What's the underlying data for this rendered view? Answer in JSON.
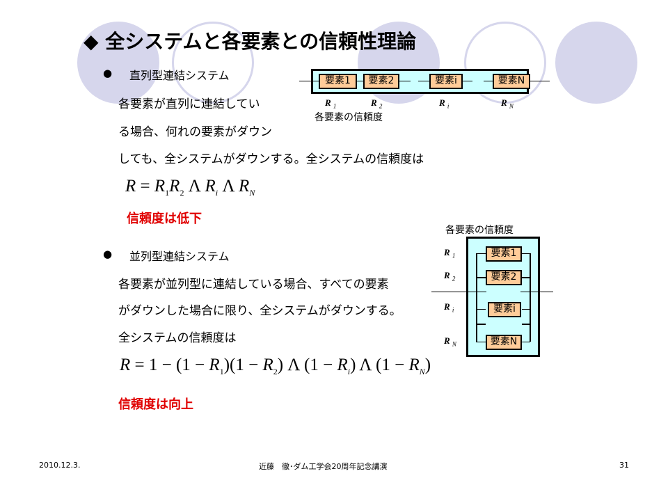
{
  "title": "◆ 全システムと各要素との信頼性理論",
  "series": {
    "bullet": "●",
    "heading": "直列型連結システム",
    "lines": [
      "各要素が直列に連結してい",
      "る場合、何れの要素がダウン",
      "しても、全システムがダウンする。全システムの信頼度は"
    ],
    "formula": "R = R1R2 Λ Ri Λ RN",
    "conclusion": "信頼度は低下",
    "diagram": {
      "elements": [
        "要素1",
        "要素2",
        "要素i",
        "要素N"
      ],
      "labels": [
        "R",
        "R",
        "R",
        "R"
      ],
      "subs": [
        "1",
        "2",
        "i",
        "N"
      ],
      "caption": "各要素の信頼度"
    }
  },
  "parallel": {
    "bullet": "●",
    "heading": "並列型連結システム",
    "lines": [
      "各要素が並列型に連結している場合、すべての要素",
      "がダウンした場合に限り、全システムがダウンする。",
      "全システムの信頼度は"
    ],
    "formula": "R = 1 − (1 − R1)(1 − R2) Λ (1 − Ri) Λ (1 − RN)",
    "conclusion": "信頼度は向上",
    "diagram": {
      "caption": "各要素の信頼度",
      "elements": [
        "要素1",
        "要素2",
        "要素i",
        "要素N"
      ],
      "labels": [
        "R",
        "R",
        "R",
        "R"
      ],
      "subs": [
        "1",
        "2",
        "i",
        "N"
      ]
    }
  },
  "footer": {
    "date": "2010.12.3.",
    "center": "近藤　徹･ダム工学会20周年記念講演",
    "page": "31"
  },
  "colors": {
    "circle": "#d6d6ec",
    "diagram_bg": "#ccffff",
    "element_bg": "#ffcc99",
    "accent_red": "#e00000"
  }
}
